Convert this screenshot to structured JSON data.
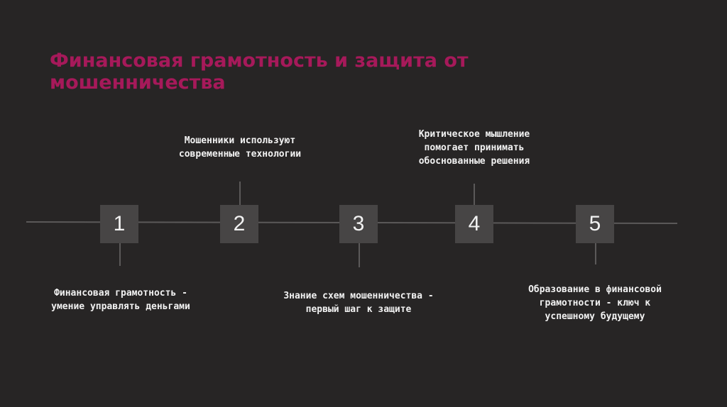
{
  "slide": {
    "title_lines": [
      "Финансовая грамотность и защита от",
      "мошенничества"
    ]
  },
  "colors": {
    "background": "#272525",
    "title": "#a6195a",
    "box": "#474545",
    "line": "#5b5959",
    "text": "#f2f2f2"
  },
  "steps": [
    {
      "number": "1",
      "caption_position": "below",
      "caption_lines": [
        "Финансовая грамотность -",
        "умение управлять деньгами"
      ]
    },
    {
      "number": "2",
      "caption_position": "above",
      "caption_lines": [
        "Мошенники используют",
        "современные технологии"
      ]
    },
    {
      "number": "3",
      "caption_position": "below",
      "caption_lines": [
        "Знание схем мошенничества -",
        "первый шаг к защите"
      ]
    },
    {
      "number": "4",
      "caption_position": "above",
      "caption_lines": [
        "Критическое мышление",
        "помогает принимать",
        "обоснованные решения"
      ]
    },
    {
      "number": "5",
      "caption_position": "below",
      "caption_lines": [
        "Образование в финансовой",
        "грамотности - ключ к",
        "успешному будущему"
      ]
    }
  ]
}
